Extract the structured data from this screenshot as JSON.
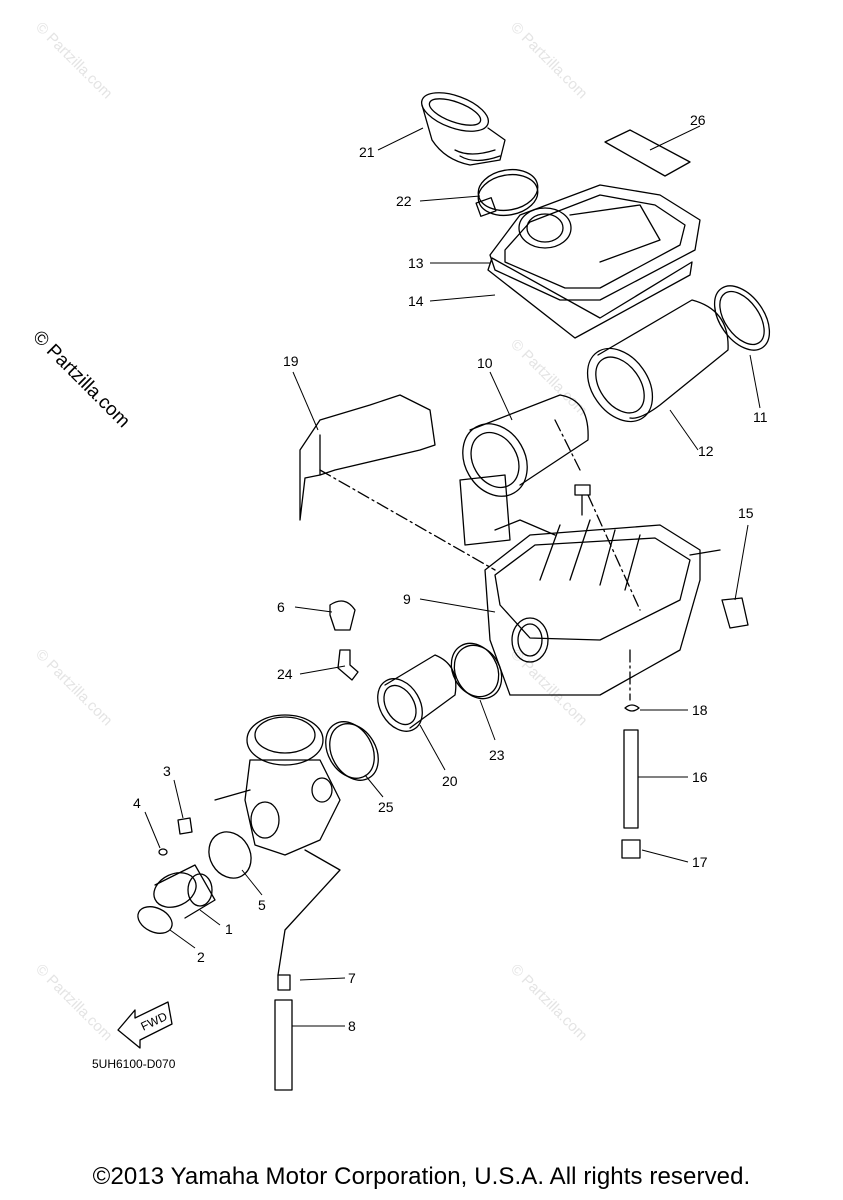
{
  "diagram": {
    "part_code": "5UH6100-D070",
    "fwd_label": "FWD",
    "copyright": "©2013 Yamaha Motor Corporation, U.S.A. All rights reserved.",
    "watermark": "© Partzilla.com",
    "callouts": [
      "1",
      "2",
      "3",
      "4",
      "5",
      "6",
      "7",
      "8",
      "9",
      "10",
      "11",
      "12",
      "13",
      "14",
      "15",
      "16",
      "17",
      "18",
      "19",
      "20",
      "21",
      "22",
      "23",
      "24",
      "25",
      "26"
    ]
  }
}
